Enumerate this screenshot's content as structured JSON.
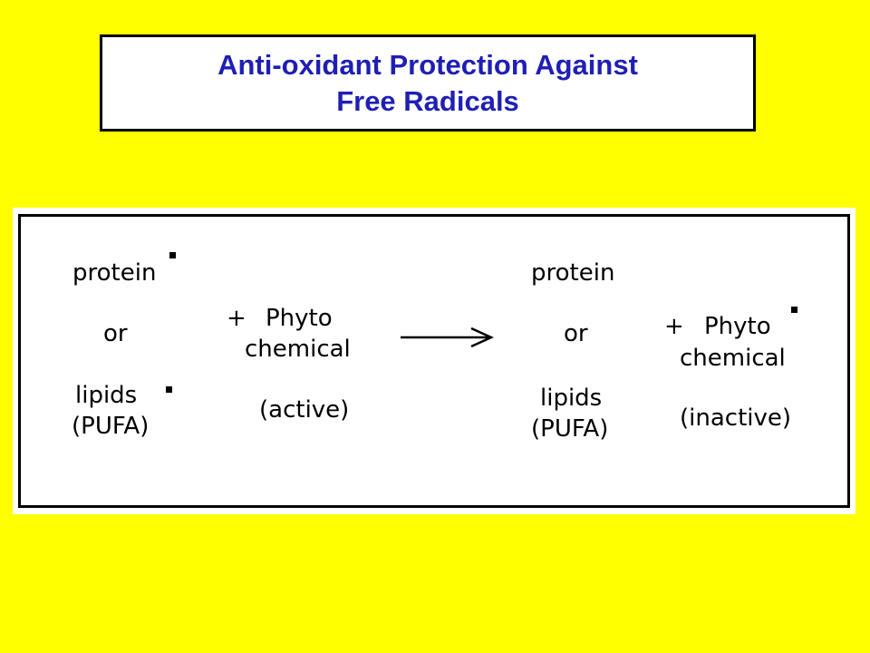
{
  "title": {
    "line1": "Anti-oxidant Protection Against",
    "line2": "Free Radicals"
  },
  "diagram": {
    "left": {
      "protein": "protein",
      "or": "or",
      "lipids": "lipids",
      "pufa": "(PUFA)",
      "plus": "+",
      "phyto": "Phyto",
      "chemical": "chemical",
      "state": "(active)"
    },
    "right": {
      "protein": "protein",
      "or": "or",
      "lipids": "lipids",
      "pufa": "(PUFA)",
      "plus": "+",
      "phyto": "Phyto",
      "chemical": "chemical",
      "state": "(inactive)"
    }
  },
  "colors": {
    "background": "#FFFF00",
    "title_text": "#1F1FB4",
    "panel": "#FFFFFF",
    "ink": "#000000"
  },
  "icons": {
    "reaction_arrow": "right-arrow-icon",
    "radical": "radical-dot-icon"
  }
}
